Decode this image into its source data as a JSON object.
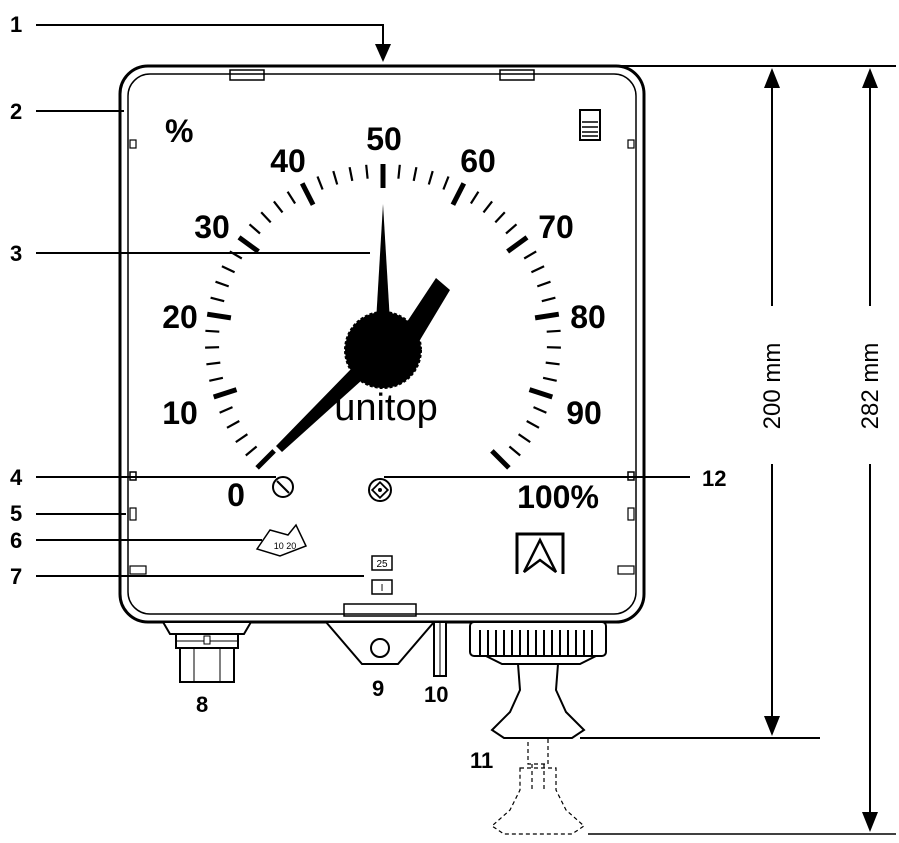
{
  "dial": {
    "unit_symbol": "%",
    "scale_labels": [
      "0",
      "10",
      "20",
      "30",
      "40",
      "50",
      "60",
      "70",
      "80",
      "90",
      "100%"
    ],
    "brand": "unitop",
    "pointer_value": 50
  },
  "callouts": [
    "1",
    "2",
    "3",
    "4",
    "5",
    "6",
    "7",
    "8",
    "9",
    "10",
    "11",
    "12"
  ],
  "dimensions": {
    "inner": "200 mm",
    "outer": "282 mm"
  },
  "badges": {
    "size_code": "25",
    "class_code": "I",
    "seal_text": "10 20"
  }
}
